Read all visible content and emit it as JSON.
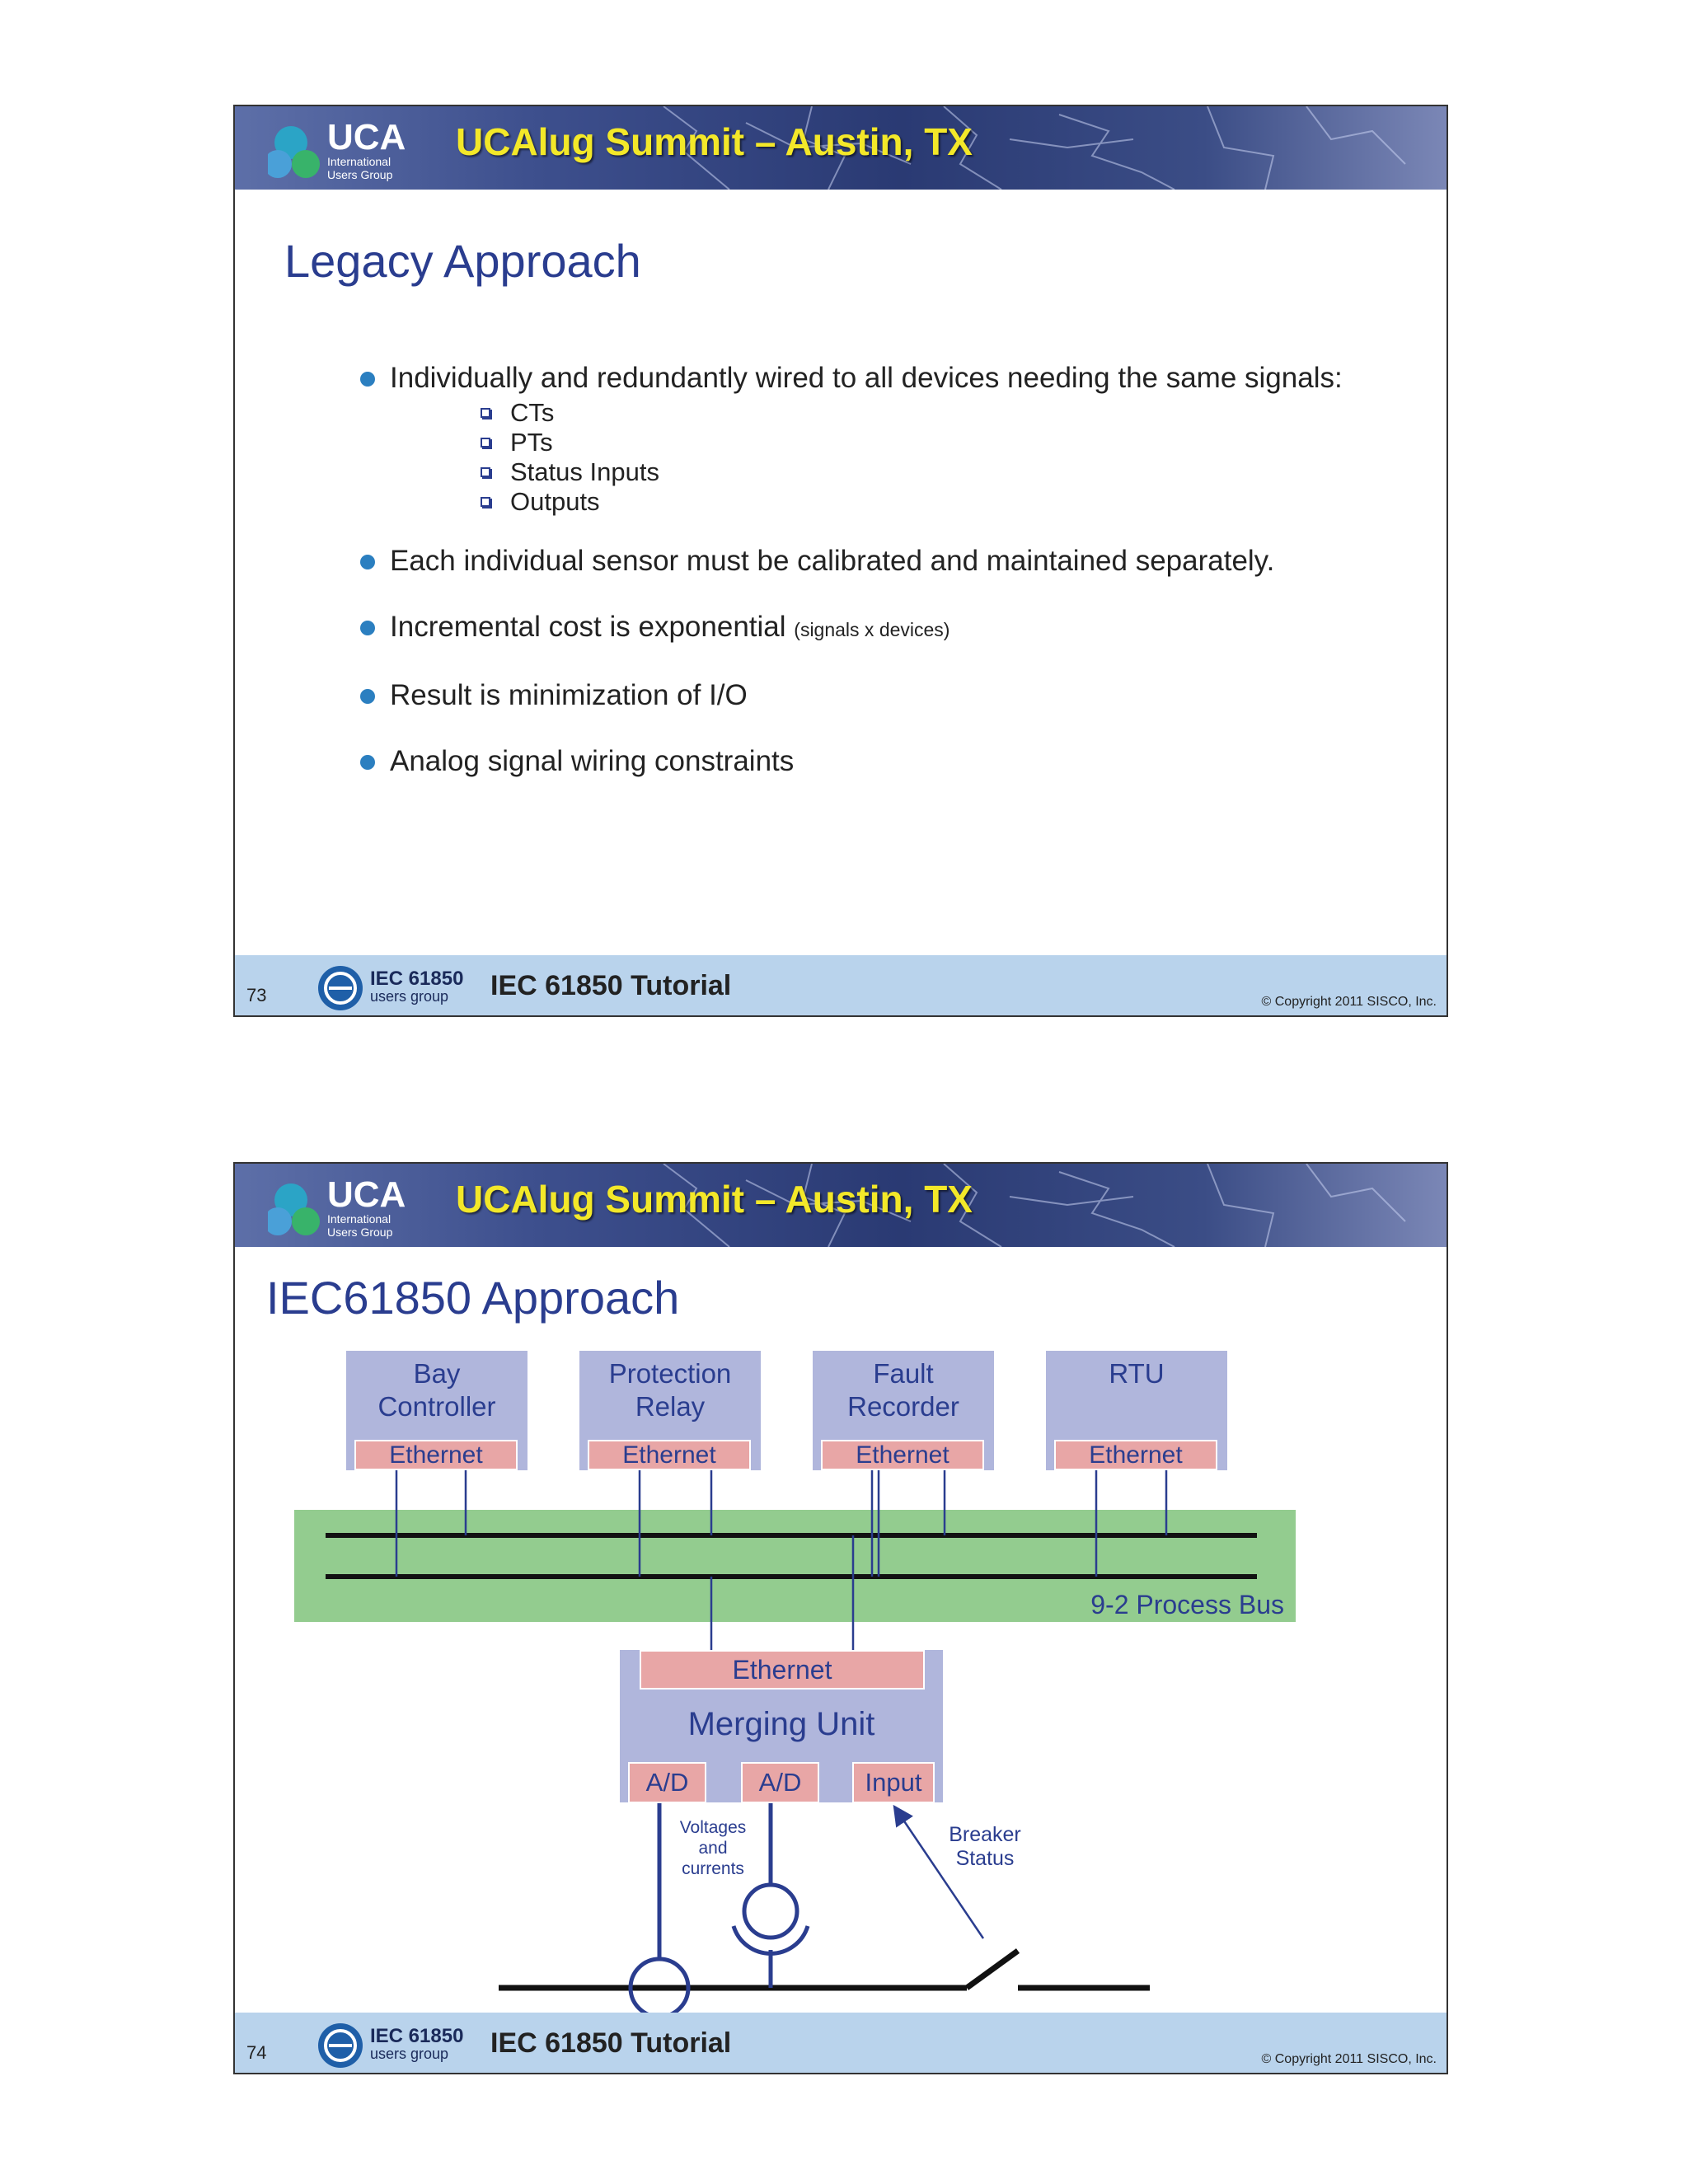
{
  "slides": [
    {
      "number": "73",
      "banner_title": "UCAlug Summit – Austin, TX",
      "heading": "Legacy Approach",
      "bullets": [
        {
          "text": "Individually and redundantly wired to all devices needing the same signals:",
          "note": ""
        },
        {
          "text": "Each individual sensor must be calibrated and maintained separately.",
          "note": ""
        },
        {
          "text": "Incremental cost is exponential",
          "note": "(signals x devices)"
        },
        {
          "text": "Result is minimization of I/O",
          "note": ""
        },
        {
          "text": "Analog signal wiring constraints",
          "note": ""
        }
      ],
      "sub_bullets": [
        "CTs",
        "PTs",
        "Status Inputs",
        "Outputs"
      ],
      "footer_title": "IEC 61850 Tutorial",
      "copyright": "© Copyright 2011 SISCO, Inc."
    },
    {
      "number": "74",
      "banner_title": "UCAlug Summit – Austin, TX",
      "heading": "IEC61850 Approach",
      "devices": [
        {
          "line1": "Bay",
          "line2": "Controller",
          "port": "Ethernet"
        },
        {
          "line1": "Protection",
          "line2": "Relay",
          "port": "Ethernet"
        },
        {
          "line1": "Fault",
          "line2": "Recorder",
          "port": "Ethernet"
        },
        {
          "line1": "RTU",
          "line2": "",
          "port": "Ethernet"
        }
      ],
      "bus_label": "9-2 Process Bus",
      "merging_unit": {
        "label": "Merging Unit",
        "ethernet": "Ethernet",
        "ports": [
          "A/D",
          "A/D",
          "Input"
        ]
      },
      "annotations": {
        "voltages": [
          "Voltages",
          "and",
          "currents"
        ],
        "breaker": [
          "Breaker",
          "Status"
        ]
      },
      "footer_title": "IEC 61850 Tutorial",
      "copyright": "© Copyright 2011 SISCO, Inc."
    }
  ],
  "logos": {
    "uca_letters": "UCA",
    "uca_sub1": "International",
    "uca_sub2": "Users Group",
    "iec_line1": "IEC 61850",
    "iec_line2": "users group"
  },
  "colors": {
    "banner_title": "#f3e829",
    "heading": "#2a3d8f",
    "footer_bg": "#b9d3ec",
    "device_bg": "#b0b6dc",
    "ethernet_bg": "#e8a6a6",
    "bus_bg": "#93cc8f",
    "bullet": "#2b7fc0"
  }
}
